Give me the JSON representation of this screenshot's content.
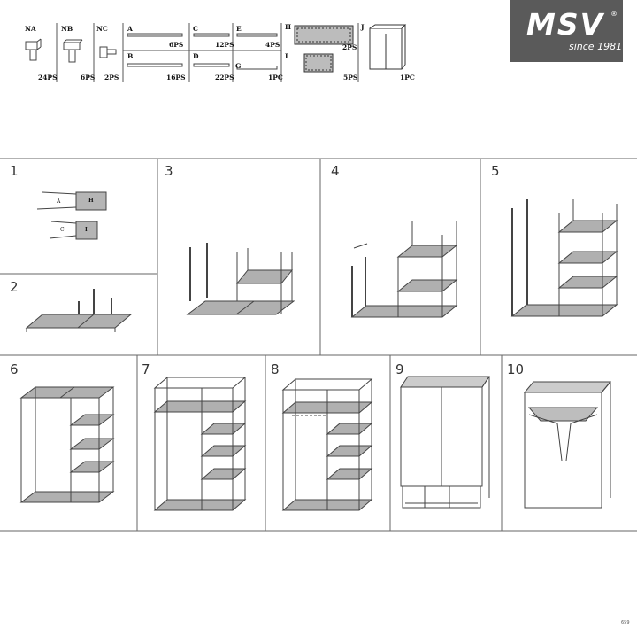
{
  "brand": {
    "name": "MSV",
    "registered": "®",
    "tagline": "since 1981"
  },
  "parts": [
    {
      "code": "NA",
      "qty": "24PS"
    },
    {
      "code": "NB",
      "qty": "6PS"
    },
    {
      "code": "NC",
      "qty": "2PS"
    },
    {
      "code": "A",
      "qty": "6PS"
    },
    {
      "code": "B",
      "qty": "16PS"
    },
    {
      "code": "C",
      "qty": "12PS"
    },
    {
      "code": "D",
      "qty": "22PS"
    },
    {
      "code": "E",
      "qty": "4PS"
    },
    {
      "code": "G",
      "qty": "1PC"
    },
    {
      "code": "H",
      "qty": "2PS"
    },
    {
      "code": "I",
      "qty": "5PS"
    },
    {
      "code": "J",
      "qty": "1PC"
    }
  ],
  "steps": [
    "1",
    "2",
    "3",
    "4",
    "5",
    "6",
    "7",
    "8",
    "9",
    "10"
  ],
  "step1_labels": [
    "A",
    "H",
    "C",
    "I"
  ],
  "page_code": "659"
}
